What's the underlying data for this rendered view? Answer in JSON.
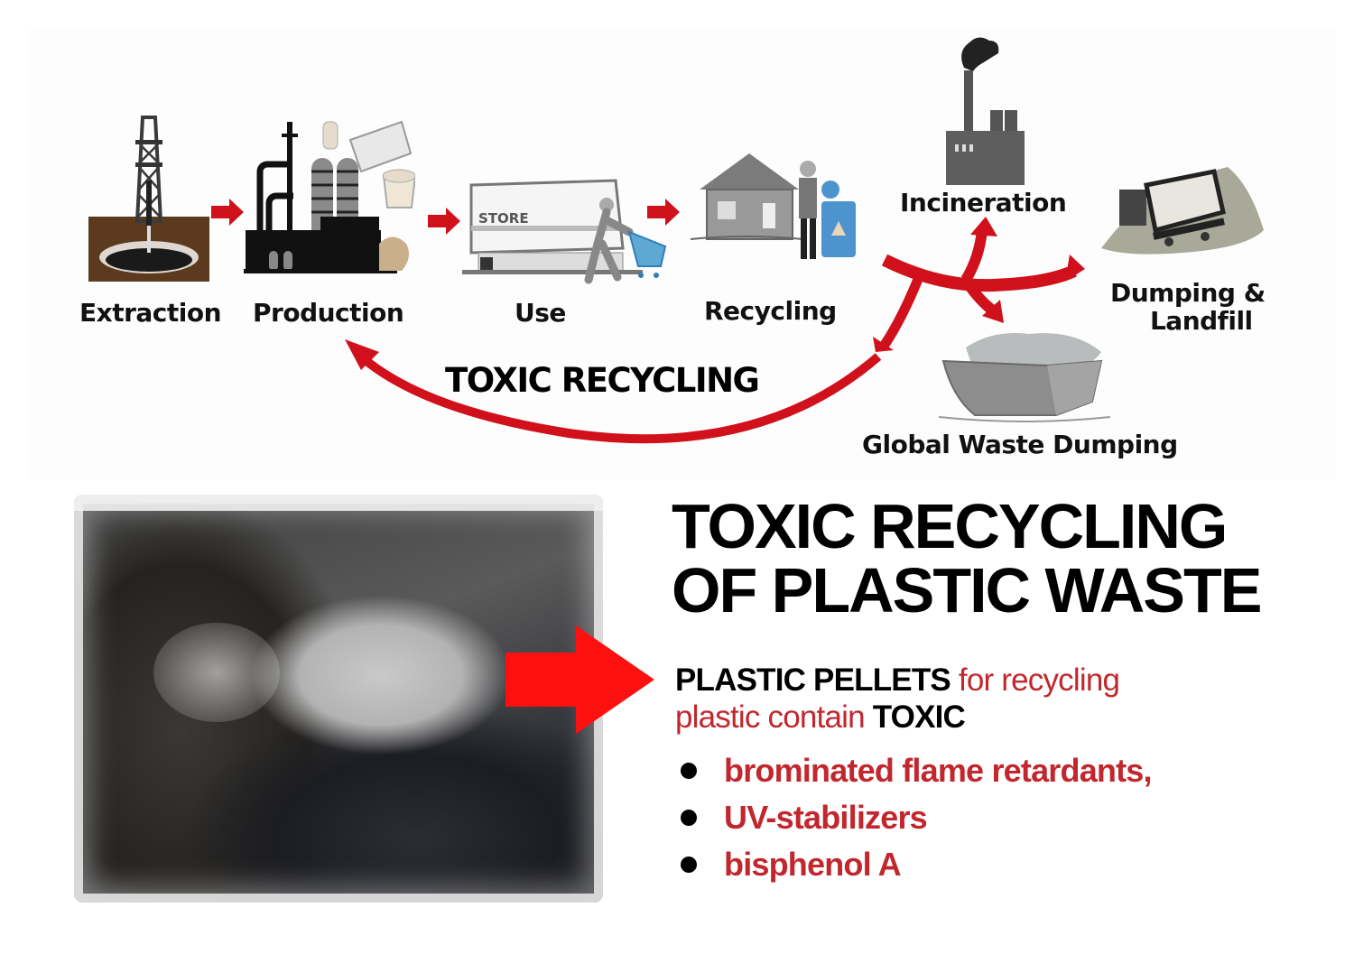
{
  "colors": {
    "accent_red": "#d0101a",
    "arrow_bright_red": "#ff1010",
    "text_red": "#c1272d",
    "text_black": "#000000"
  },
  "lifecycle": {
    "stages": [
      {
        "label": "Extraction",
        "icon": "oil-derrick-icon"
      },
      {
        "label": "Production",
        "icon": "factory-icon"
      },
      {
        "label": "Use",
        "icon": "store-shopper-icon"
      },
      {
        "label": "Recycling",
        "icon": "house-recycle-bin-icon"
      }
    ],
    "outcomes": [
      {
        "label": "Incineration",
        "icon": "incinerator-icon"
      },
      {
        "label_line1": "Dumping &",
        "label_line2": "Landfill",
        "icon": "landfill-icon"
      },
      {
        "label": "Global Waste Dumping",
        "icon": "cargo-ship-icon"
      }
    ],
    "loop_label": "TOXIC RECYCLING"
  },
  "photo": {
    "subject": "bag of plastic pellets"
  },
  "headline": {
    "line1": "TOXIC RECYCLING",
    "line2": "OF PLASTIC WASTE"
  },
  "description": {
    "bold_lead": "PLASTIC PELLETS",
    "red_part1": " for recycling",
    "red_part2": "plastic contain ",
    "bold_tail": "TOXIC"
  },
  "toxic_substances": [
    "brominated flame retardants,",
    "UV-stabilizers",
    "bisphenol A"
  ]
}
